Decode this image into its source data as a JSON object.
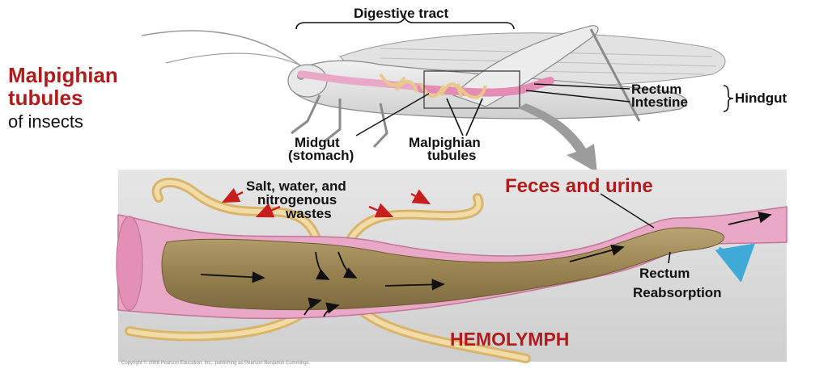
{
  "title": {
    "line1": "Malpighian",
    "line2": "tubules",
    "line3": "of insects"
  },
  "top_labels": {
    "digestive_tract": "Digestive tract",
    "rectum": "Rectum",
    "intestine": "Intestine",
    "hindgut": "Hindgut",
    "midgut_line1": "Midgut",
    "midgut_line2": "(stomach)",
    "malpighian_line1": "Malpighian",
    "malpighian_line2": "tubules"
  },
  "detail_labels": {
    "salt_line1": "Salt, water, and",
    "salt_line2": "nitrogenous",
    "salt_line3": "wastes",
    "feces": "Feces and urine",
    "rectum": "Rectum",
    "reabsorption": "Reabsorption",
    "hemolymph": "HEMOLYMPH"
  },
  "footer": {
    "copyright": "Copyright © 2008 Pearson Education, Inc., publishing as Pearson Benjamin Cummings."
  },
  "colors": {
    "accent_red": "#b01c1c",
    "tubule": "#e8c98a",
    "gut_content": "#9a8452",
    "gut_wall": "#e9a8c6",
    "panel_bg": "#d4d4d4",
    "reabsorption_arrow": "#3fa9d8"
  }
}
